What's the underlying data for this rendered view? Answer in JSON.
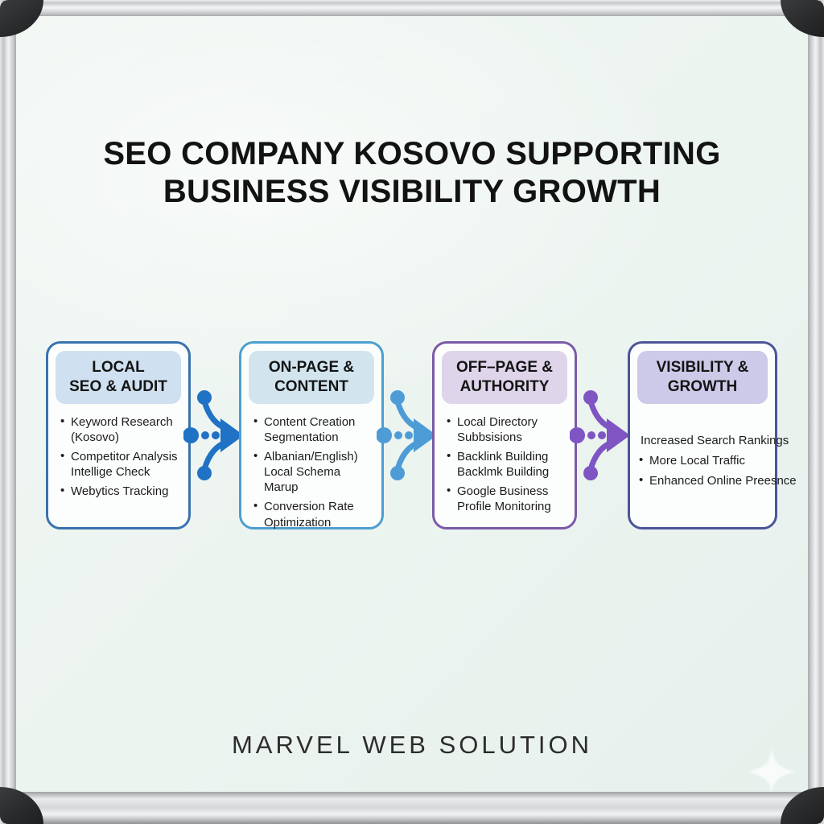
{
  "title": {
    "line1": "SEO COMPANY KOSOVO SUPPORTING",
    "line2": "BUSINESS VISIBILITY GROWTH"
  },
  "stages": [
    {
      "header_line1": "LOCAL",
      "header_line2": "SEO & AUDIT",
      "border_color": "#3a72ad",
      "header_bg": "#cfe1f0",
      "items": [
        {
          "text": "Keyword Research (Kosovo)"
        },
        {
          "text": "Competitor Analysis Intellige Check"
        },
        {
          "text": "Webytics Tracking"
        }
      ]
    },
    {
      "header_line1": "ON-PAGE &",
      "header_line2": "CONTENT",
      "border_color": "#4d9fce",
      "header_bg": "#d2e5ef",
      "items": [
        {
          "text": "Content Creation Segmentation"
        },
        {
          "text": "Albanian/English) Local Schema Marup"
        },
        {
          "text": "Conversion Rate Optimization"
        }
      ]
    },
    {
      "header_line1": "OFF–PAGE &",
      "header_line2": "AUTHORITY",
      "border_color": "#7a5aa8",
      "header_bg": "#ded5ea",
      "items": [
        {
          "text": "Local Directory Subbsisions"
        },
        {
          "text": "Backlink Building Backlmk Building"
        },
        {
          "text": "Google Business Profile Monitoring"
        }
      ]
    },
    {
      "header_line1": "VISIBILITY &",
      "header_line2": "GROWTH",
      "border_color": "#4b5598",
      "header_bg": "#cdc9e9",
      "items": [
        {
          "text": "Increased Search Rankings"
        },
        {
          "text": "More Local Traffic"
        },
        {
          "text": "Enhanced Online Preesnce"
        }
      ]
    }
  ],
  "connectors": [
    {
      "name": "dotted-branch-arrow",
      "color": "#1f72c4"
    },
    {
      "name": "dotted-branch-arrow",
      "color": "#4e9cd6"
    },
    {
      "name": "dotted-branch-arrow",
      "color": "#7e55c3"
    }
  ],
  "footer": {
    "brand": "MARVEL WEB SOLUTION"
  },
  "board": {
    "surface_color": "#edf4f0",
    "frame_color": "#c9cccd",
    "corner_cap_color": "#232426"
  }
}
